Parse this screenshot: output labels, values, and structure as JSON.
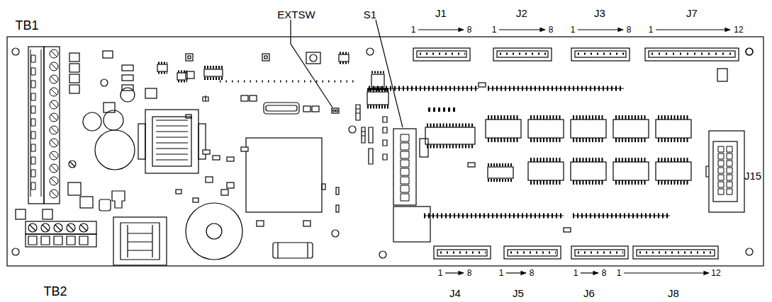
{
  "diagram": {
    "labels": [
      "TB1",
      "EXTSW",
      "S1",
      "J1",
      "1",
      "8",
      "J2",
      "1",
      "8",
      "J3",
      "1",
      "8",
      "J7",
      "1",
      "12",
      "J15",
      "TB2",
      "1",
      "8",
      "1",
      "8",
      "1",
      "8",
      "1",
      "12",
      "J4",
      "J5",
      "J6",
      "J8"
    ]
  }
}
